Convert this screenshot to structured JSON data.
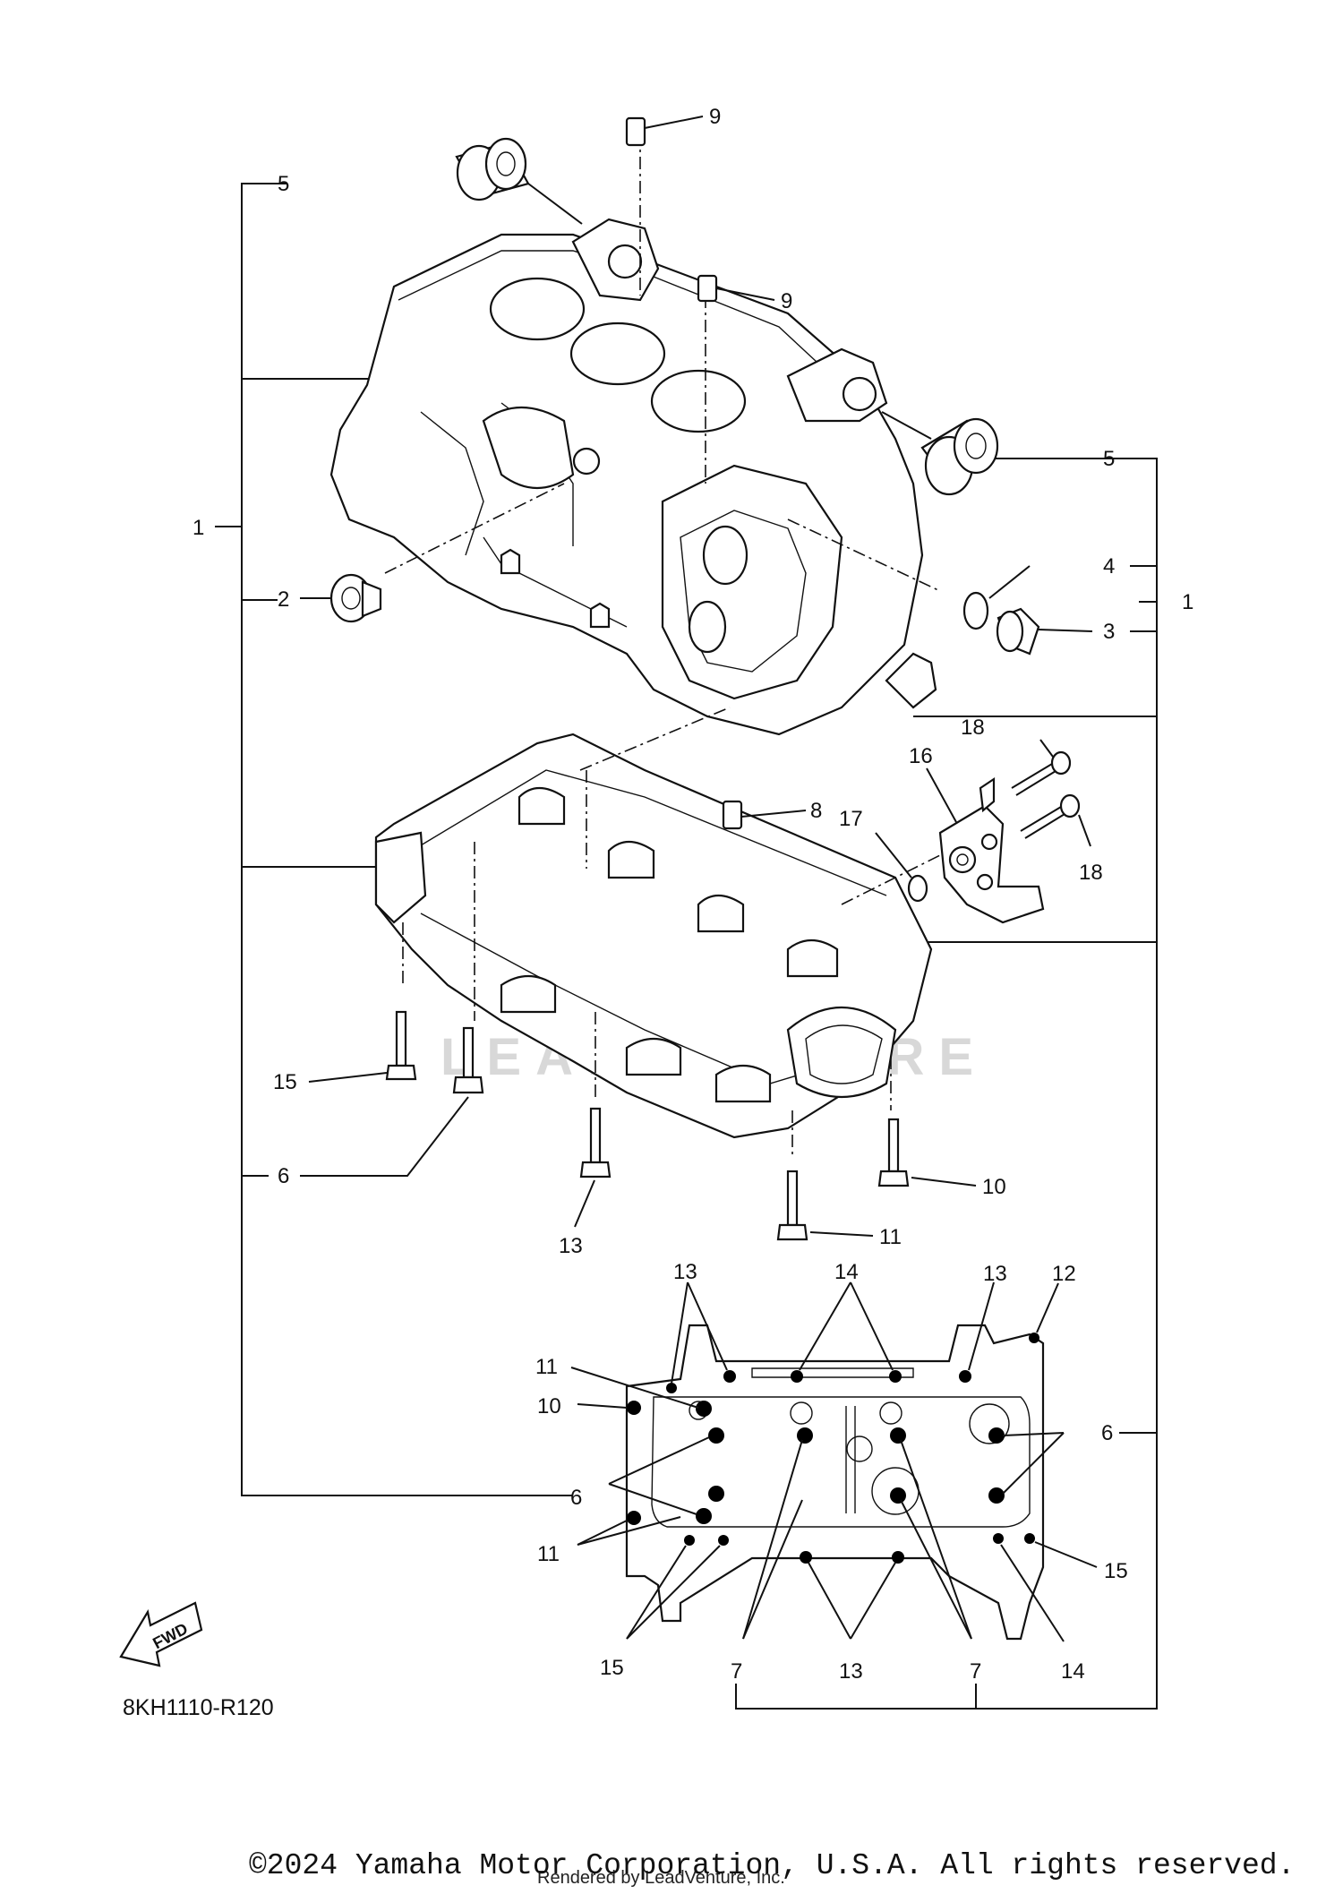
{
  "diagram_code": "8KH1110-R120",
  "copyright": "©2024 Yamaha Motor Corporation, U.S.A. All rights reserved.",
  "rendered_by": "Rendered by LeadVenture, Inc.",
  "watermark": "LEADVENTURE",
  "fwd_label": "FWD",
  "callouts": {
    "c1_left": "1",
    "c1_right": "1",
    "c2": "2",
    "c3": "3",
    "c4": "4",
    "c5_top": "5",
    "c5_right": "5",
    "c6_left": "6",
    "c6_plan_left": "6",
    "c6_plan_right": "6",
    "c7_left": "7",
    "c7_right": "7",
    "c8": "8",
    "c9_top": "9",
    "c9_mid": "9",
    "c10_bolt": "10",
    "c10_plan": "10",
    "c11_bolt": "11",
    "c11_plan_top": "11",
    "c11_plan_bottom": "11",
    "c12": "12",
    "c13_bolt": "13",
    "c13_plan_left": "13",
    "c13_plan_right": "13",
    "c13_plan_bottom": "13",
    "c14_top": "14",
    "c14_bottom": "14",
    "c15_bolt": "15",
    "c15_plan_left": "15",
    "c15_plan_right": "15",
    "c16": "16",
    "c17": "17",
    "c18_top": "18",
    "c18_bottom": "18"
  }
}
